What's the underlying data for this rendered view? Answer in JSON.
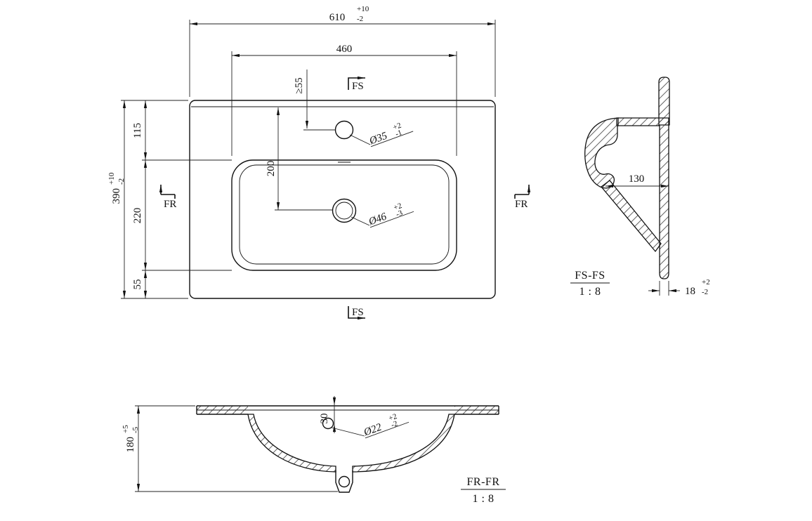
{
  "drawing": {
    "plan": {
      "width_tol_up": "+10",
      "width": "610",
      "width_tol_dn": "-2",
      "faucet_span": "460",
      "faucet_edge_min": "≥55",
      "depth_tol_up": "+10",
      "depth": "390",
      "depth_tol_dn": "-2",
      "seg_back": "115",
      "seg_bowl": "220",
      "seg_front": "55",
      "faucet_to_drain": "200",
      "fs_top": "FS",
      "fs_bottom": "FS",
      "fr_left": "FR",
      "fr_right": "FR",
      "faucet_hole": "Ø35",
      "faucet_hole_tol_up": "+2",
      "faucet_hole_tol_dn": "-1",
      "drain_hole": "Ø46",
      "drain_hole_tol_up": "+2",
      "drain_hole_tol_dn": "-3"
    },
    "fs_section": {
      "depth": "130",
      "apron": "18",
      "apron_tol_up": "+2",
      "apron_tol_dn": "-2",
      "name": "FS-FS",
      "scale": "1 : 8"
    },
    "fr_section": {
      "height_tol_up": "+5",
      "height": "180",
      "height_tol_dn": "-5",
      "overflow_offset": "30",
      "overflow_hole": "Ø22",
      "overflow_tol_up": "+2",
      "overflow_tol_dn": "-2",
      "name": "FR-FR",
      "scale": "1 : 8"
    }
  }
}
